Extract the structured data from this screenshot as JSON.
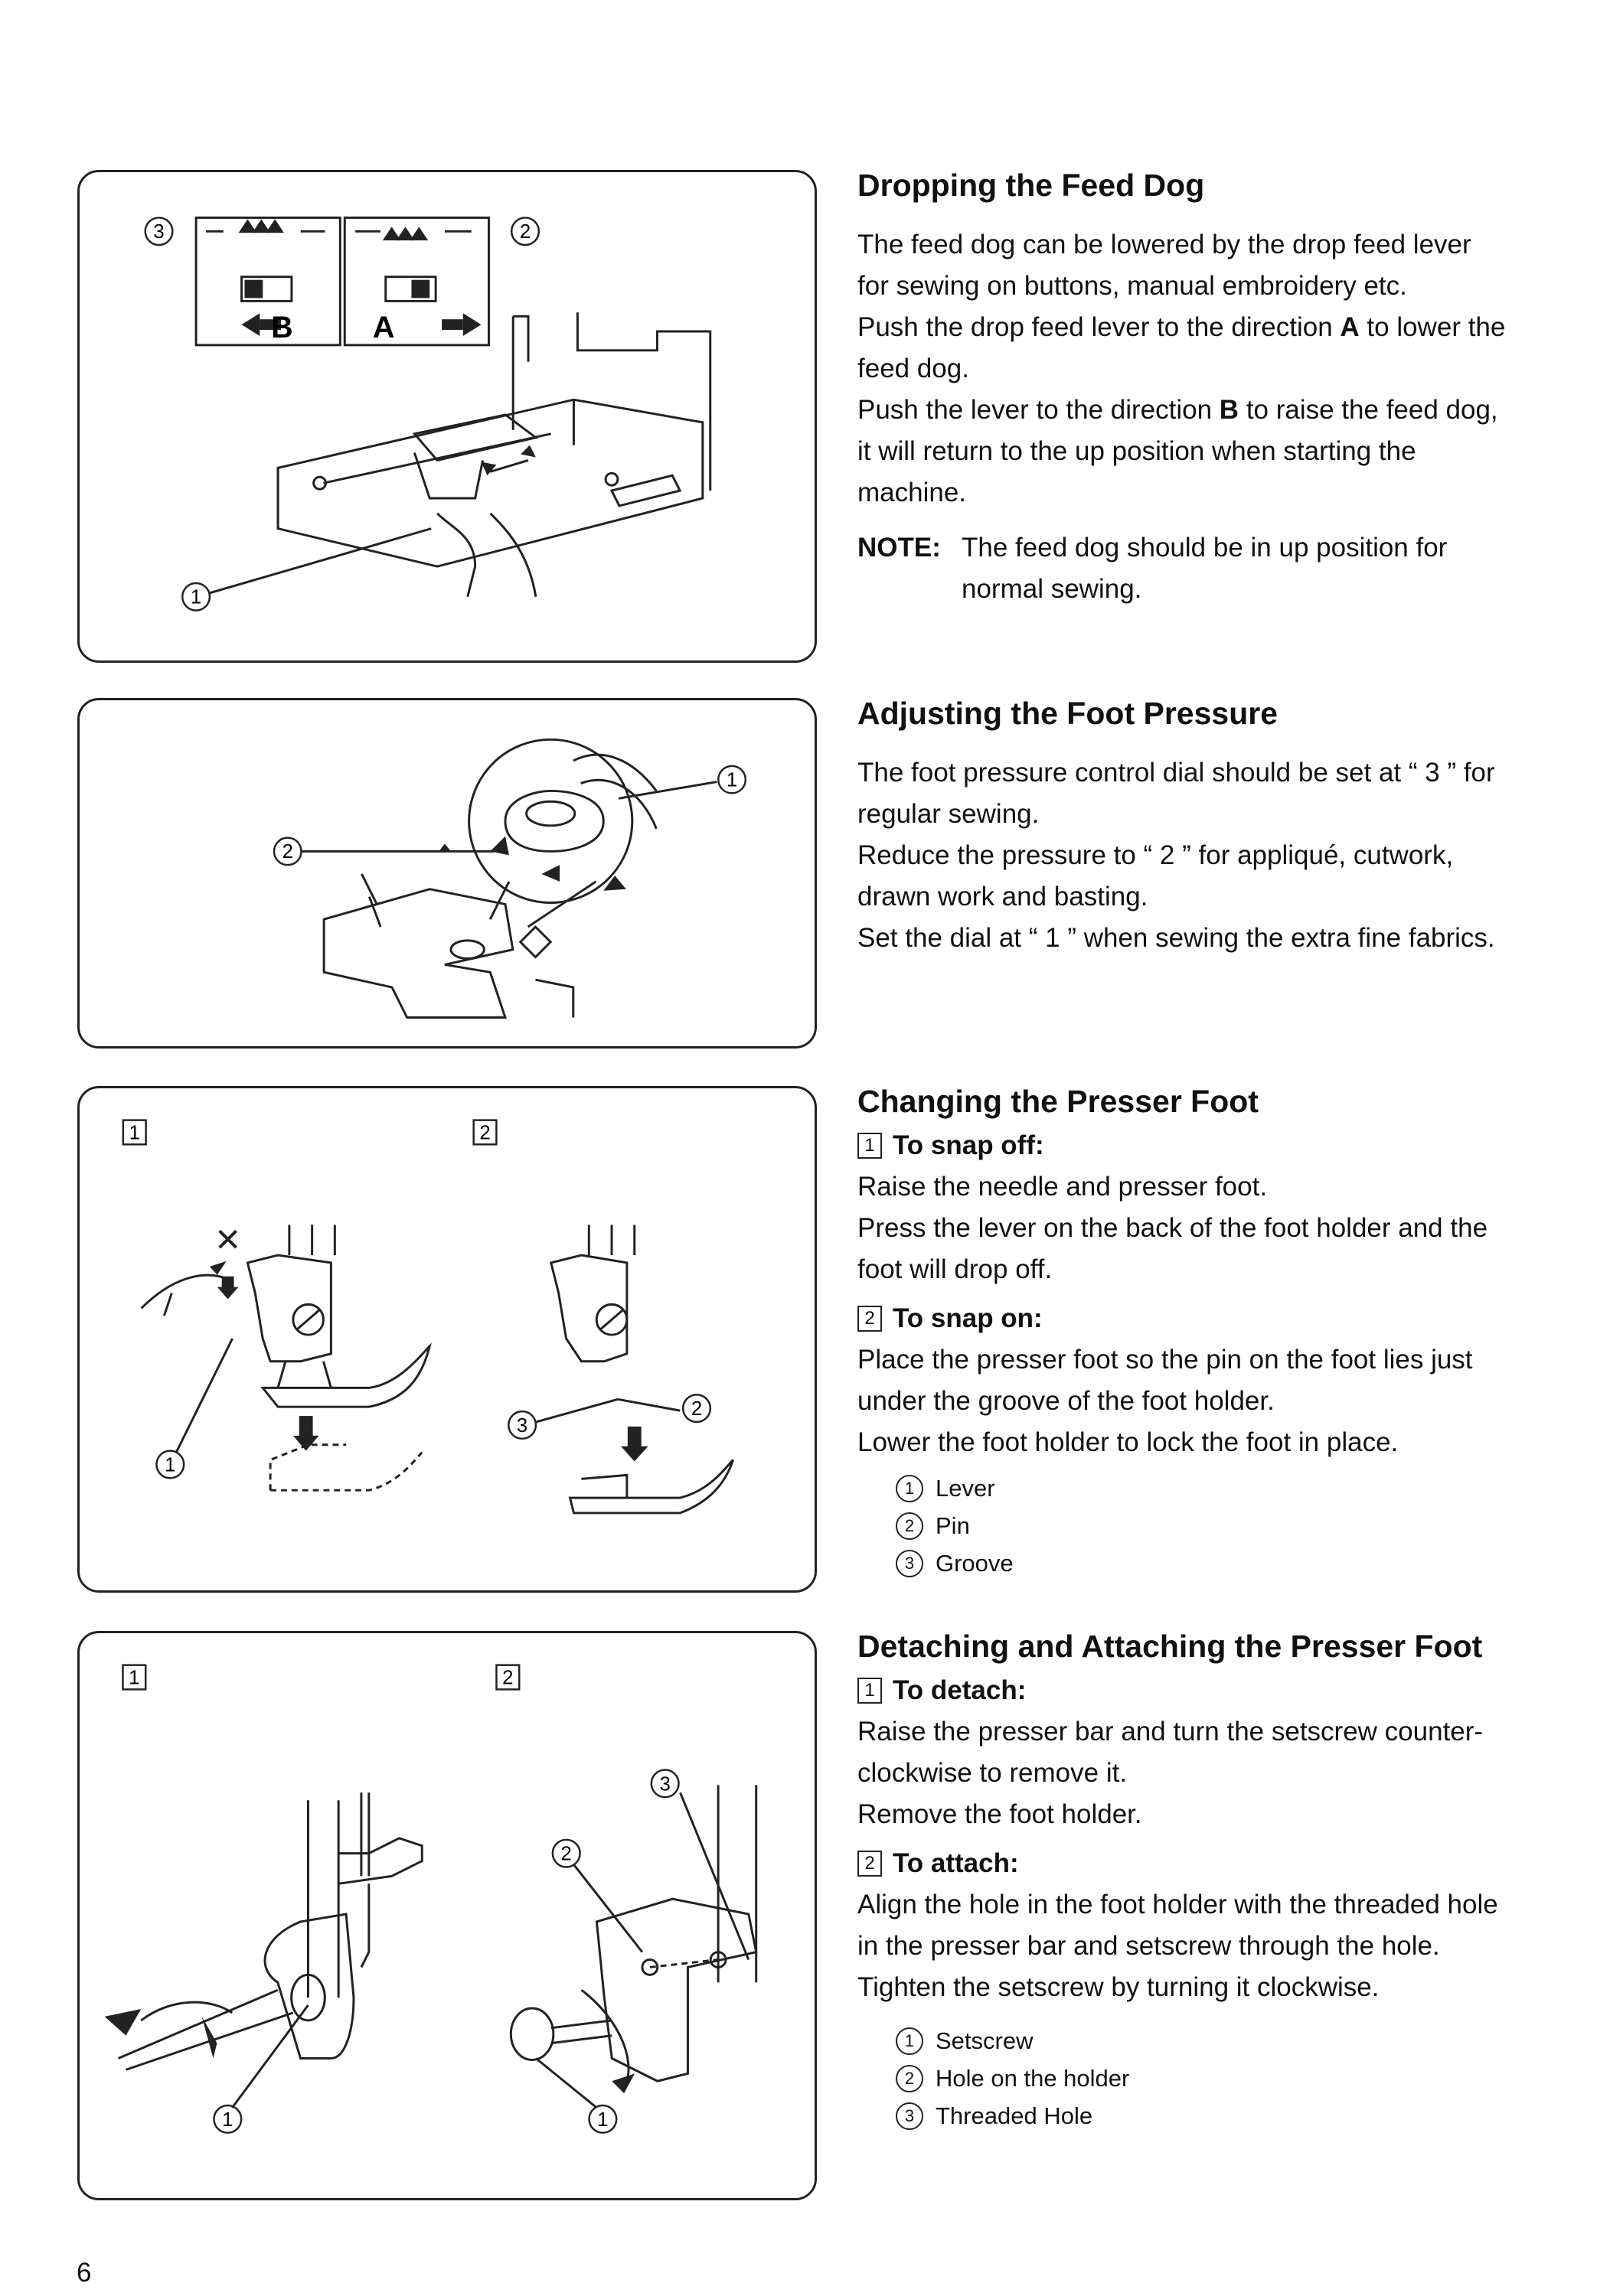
{
  "sections": {
    "feed_dog": {
      "title": "Dropping the Feed Dog",
      "lines": [
        "The feed dog can be lowered by the drop feed lever",
        "for sewing on buttons, manual embroidery etc.",
        "Push the drop feed lever to the direction",
        "A",
        "to lower the",
        "feed dog.",
        "Push the lever to the direction",
        "B",
        "to raise the feed dog,",
        "it will return to the up position when starting the",
        "machine."
      ],
      "note_label": "NOTE:",
      "note_lines": [
        "The feed dog should be in up position for",
        "normal sewing."
      ],
      "figure": {
        "label_b": "B",
        "label_a": "A",
        "callouts": [
          "3",
          "2",
          "1"
        ]
      }
    },
    "foot_pressure": {
      "title": "Adjusting the Foot Pressure",
      "lines": [
        "The foot pressure control dial should be set at “ 3 ” for",
        "regular sewing.",
        "Reduce the pressure to “ 2 ” for appliqué, cutwork,",
        "drawn work and basting.",
        "Set the dial at “ 1 ” when sewing the extra fine fabrics."
      ],
      "figure": {
        "callouts": [
          "1",
          "2"
        ]
      }
    },
    "changing_foot": {
      "title": "Changing the Presser Foot",
      "step1_num": "1",
      "step1_title": "To snap off:",
      "step1_lines": [
        "Raise the needle and presser foot.",
        "Press the lever on the back of the foot holder and the",
        "foot will drop off."
      ],
      "step2_num": "2",
      "step2_title": "To snap on:",
      "step2_lines": [
        "Place the presser foot so the pin on the foot lies just",
        "under the groove of the foot holder.",
        "Lower the foot holder to lock the foot in place."
      ],
      "legend": [
        {
          "num": "1",
          "label": "Lever"
        },
        {
          "num": "2",
          "label": "Pin"
        },
        {
          "num": "3",
          "label": "Groove"
        }
      ],
      "figure": {
        "panel_nums": [
          "1",
          "2"
        ],
        "callouts": [
          "1",
          "3",
          "2"
        ]
      }
    },
    "detaching_foot": {
      "title": "Detaching and Attaching the Presser Foot",
      "step1_num": "1",
      "step1_title": "To detach:",
      "step1_lines": [
        "Raise the presser bar and turn the setscrew counter-",
        "clockwise to remove it.",
        "Remove the foot holder."
      ],
      "step2_num": "2",
      "step2_title": "To attach:",
      "step2_lines": [
        "Align the hole in the foot holder with the threaded hole",
        "in the presser bar and setscrew through the hole.",
        "Tighten the setscrew by turning it clockwise."
      ],
      "legend": [
        {
          "num": "1",
          "label": "Setscrew"
        },
        {
          "num": "2",
          "label": "Hole on the holder"
        },
        {
          "num": "3",
          "label": "Threaded Hole"
        }
      ],
      "figure": {
        "panel_nums": [
          "1",
          "2"
        ],
        "callouts": [
          "3",
          "2",
          "1",
          "1"
        ]
      }
    }
  },
  "page_number": "6"
}
